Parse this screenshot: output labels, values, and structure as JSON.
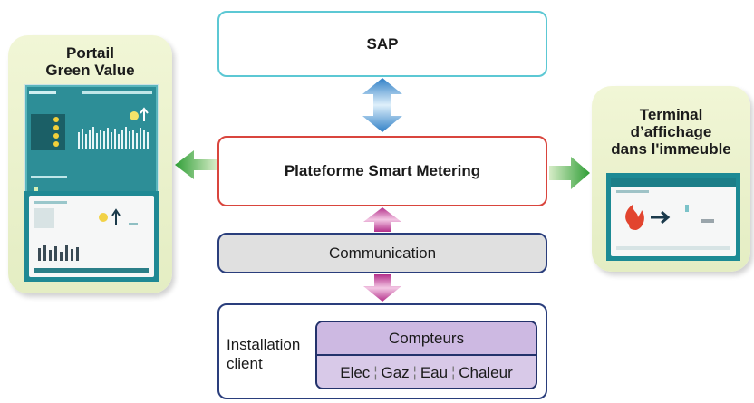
{
  "left_panel": {
    "title_line1": "Portail",
    "title_line2": "Green Value"
  },
  "right_panel": {
    "title_line1": "Terminal",
    "title_line2": "d’affichage",
    "title_line3": "dans l'immeuble"
  },
  "boxes": {
    "sap": "SAP",
    "smart_metering": "Plateforme Smart Metering",
    "communication": "Communication"
  },
  "installation": {
    "label_line1": "Installation",
    "label_line2": "client",
    "meters_title": "Compteurs",
    "meter_types": [
      "Elec",
      "Gaz",
      "Eau",
      "Chaleur"
    ]
  },
  "colors": {
    "sap_border": "#5cc8d4",
    "smart_border": "#d9453d",
    "comm_border": "#2a3e7c",
    "arrow_blue": "#4f9fd8",
    "arrow_magenta": "#c64a9c",
    "arrow_green": "#3aaa35",
    "panel_bg": "#eaf1cd",
    "meters_bg": "#d8c9e8"
  }
}
